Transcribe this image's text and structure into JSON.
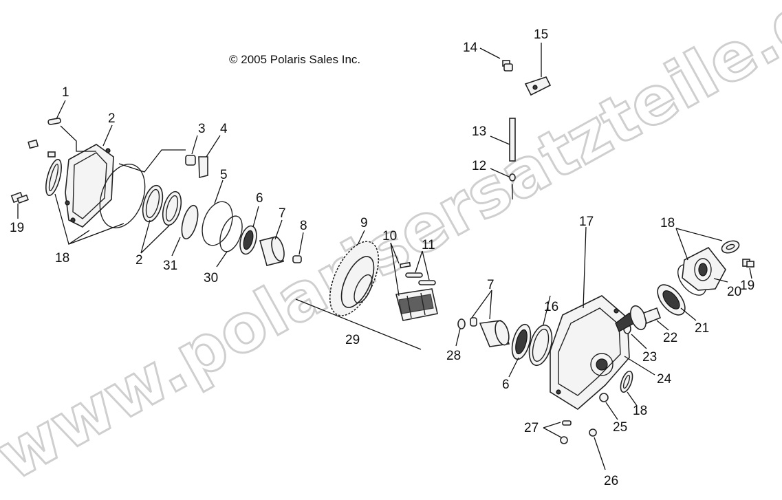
{
  "copyright": "© 2005 Polaris Sales Inc.",
  "watermark": "www.polarisersatzteile.de",
  "callouts": {
    "c1": "1",
    "c2a": "2",
    "c2b": "2",
    "c3": "3",
    "c4": "4",
    "c5": "5",
    "c6a": "6",
    "c6b": "6",
    "c7a": "7",
    "c7b": "7",
    "c8": "8",
    "c9": "9",
    "c10": "10",
    "c11": "11",
    "c12": "12",
    "c13": "13",
    "c14": "14",
    "c15": "15",
    "c16": "16",
    "c17": "17",
    "c18a": "18",
    "c18b": "18",
    "c18c": "18",
    "c19a": "19",
    "c19b": "19",
    "c20": "20",
    "c21": "21",
    "c22": "22",
    "c23": "23",
    "c24": "24",
    "c25": "25",
    "c26": "26",
    "c27": "27",
    "c28": "28",
    "c29": "29",
    "c30": "30",
    "c31": "31"
  }
}
